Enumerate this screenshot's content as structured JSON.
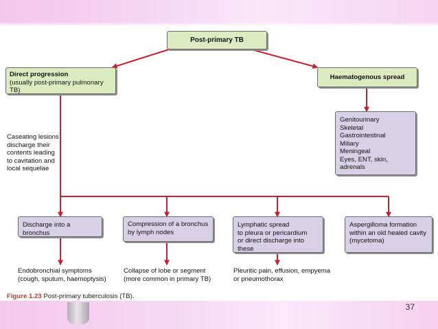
{
  "slide": {
    "number": "37"
  },
  "diagram": {
    "root": "Post-primary TB",
    "direct": {
      "lines": [
        "Direct progression",
        "(usually post-primary pulmonary TB)"
      ]
    },
    "haematogenous": {
      "label": "Haematogenous spread"
    },
    "haem_list": [
      "Genitourinary",
      "Skeletal",
      "Gastrointestinal",
      "Miliary",
      "Meningeal",
      "Eyes, ENT, skin, adrenals"
    ],
    "caseating": [
      "Caseating lesions",
      "discharge their",
      "contents leading",
      "to cavitation and",
      "local sequelae"
    ],
    "outcomes": [
      {
        "box": [
          "Discharge into a bronchus"
        ],
        "result": [
          "Endobronchial symptoms",
          "(cough, sputum, haemoptysis)"
        ]
      },
      {
        "box": [
          "Compression of a bronchus",
          "by lymph nodes"
        ],
        "result": [
          "Collapse of lobe or segment",
          "(more common in primary TB)"
        ]
      },
      {
        "box": [
          "Lymphatic spread",
          "to pleura or pericardium",
          "or direct discharge into these"
        ],
        "result": [
          "Pleuritic pain, effusion, empyema",
          "or pneumothorax"
        ]
      },
      {
        "box": [
          "Aspergilloma formation",
          "within an old healed cavity",
          "(mycetoma)"
        ],
        "result": []
      }
    ],
    "colors": {
      "arrow": "#c8202f",
      "root_fill": "#dcecc0",
      "leaf_fill": "#d8d0e6"
    }
  },
  "caption": {
    "label": "Figure 1.23",
    "text": "Post-primary tuberculosis (TB)."
  }
}
